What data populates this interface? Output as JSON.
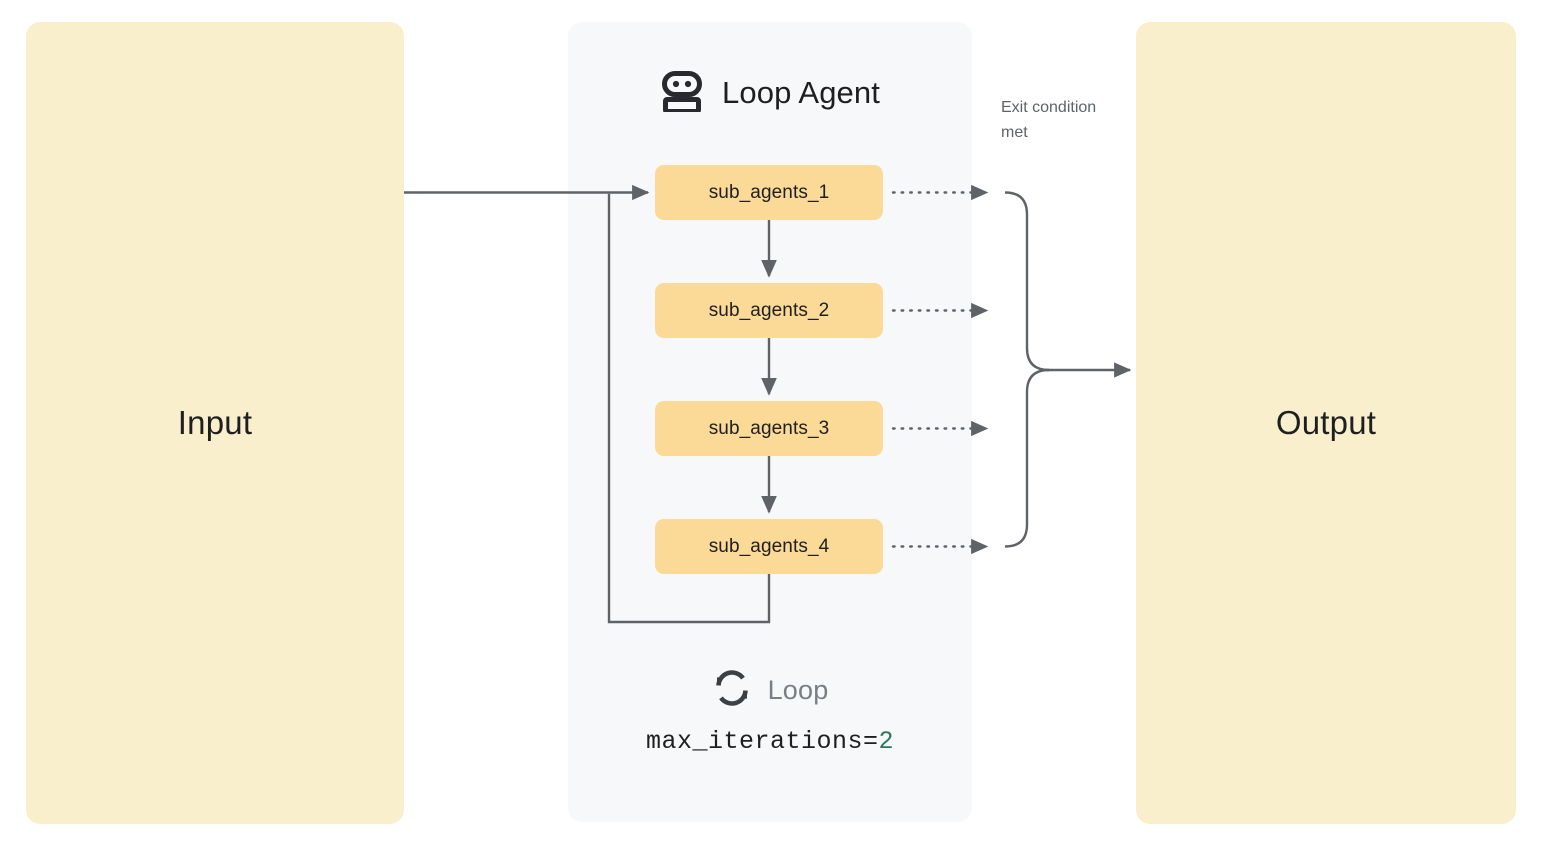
{
  "diagram": {
    "type": "flow-diagram",
    "title": "Loop Agent workflow",
    "colors": {
      "io_panel_bg": "#FAEFCD",
      "loop_panel_bg": "#F6F8FA",
      "agent_box_bg": "#FBD996",
      "line": "#5f6368",
      "text_dark": "#1f1f1f",
      "text_muted": "#5f6368",
      "loop_word": "#7a7f85",
      "number_green": "#2a7a5a",
      "page_bg": "#ffffff"
    }
  },
  "input_panel": {
    "label": "Input"
  },
  "output_panel": {
    "label": "Output"
  },
  "loop_agent": {
    "header_icon": "robot-icon",
    "header_title": "Loop Agent",
    "sub_agents": [
      {
        "label": "sub_agents_1"
      },
      {
        "label": "sub_agents_2"
      },
      {
        "label": "sub_agents_3"
      },
      {
        "label": "sub_agents_4"
      }
    ],
    "footer": {
      "icon": "loop-sync-icon",
      "label": "Loop",
      "config_key": "max_iterations=",
      "config_value": "2"
    }
  },
  "annotations": {
    "exit_condition": "Exit condition met"
  }
}
